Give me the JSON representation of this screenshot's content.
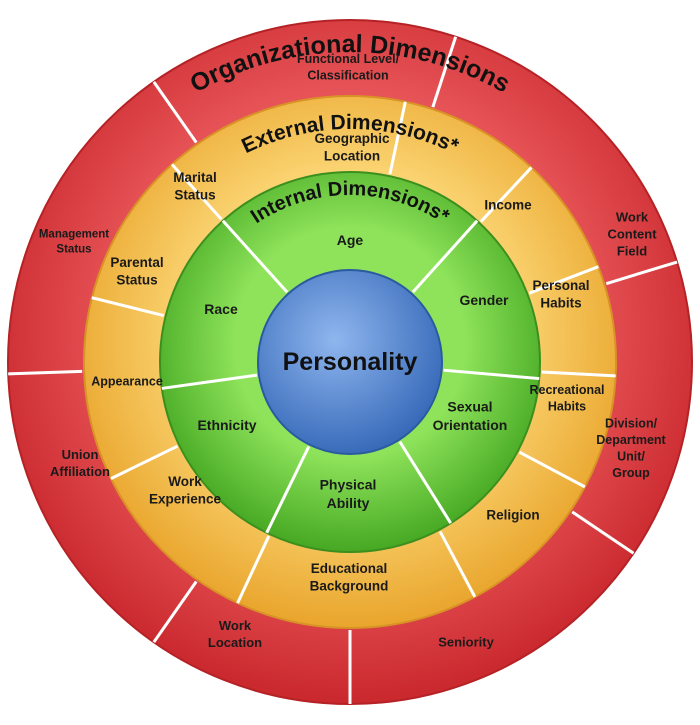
{
  "center": {
    "label": "Personality",
    "color": "#4f86d4"
  },
  "internal": {
    "title": "Internal Dimensions*",
    "color": "#6fcf3f",
    "items": [
      "Age",
      "Gender",
      "Sexual|Orientation",
      "Physical|Ability",
      "Ethnicity",
      "Race"
    ]
  },
  "external": {
    "title": "External Dimensions*",
    "color": "#f5c24a",
    "items": [
      "Geographic|Location",
      "Income",
      "Personal|Habits",
      "Recreational|Habits",
      "Religion",
      "Educational|Background",
      "Work|Experience",
      "Appearance",
      "Parental|Status",
      "Marital|Status"
    ]
  },
  "organizational": {
    "title": "Organizational Dimensions",
    "color": "#e2474a",
    "items": [
      "Functional Level/|Classification",
      "Work|Content|Field",
      "Division/|Department|Unit/|Group",
      "Seniority",
      "Work|Location",
      "Union|Affiliation",
      "Management|Status"
    ]
  }
}
